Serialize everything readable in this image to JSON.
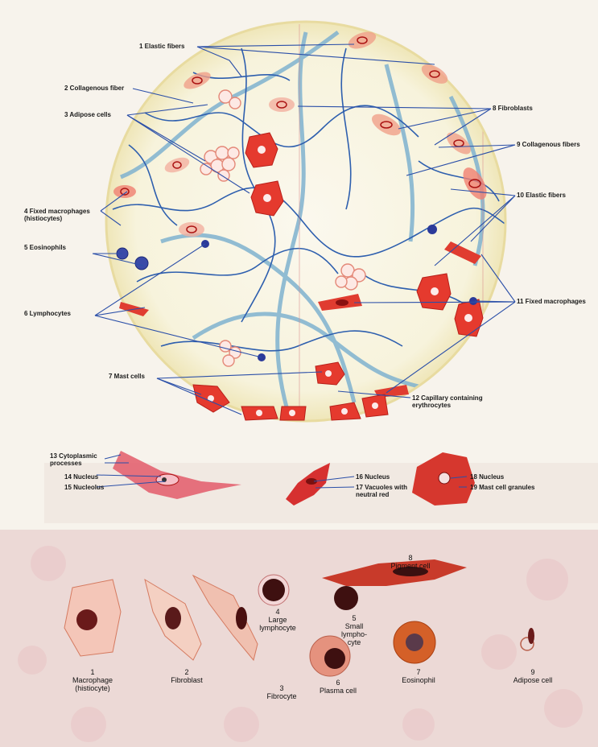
{
  "top_figure": {
    "labels": {
      "l1": "1 Elastic fibers",
      "l2": "2 Collagenous fiber",
      "l3": "3 Adipose cells",
      "l4": "4 Fixed macrophages\n(histiocytes)",
      "l5": "5 Eosinophils",
      "l6": "6 Lymphocytes",
      "l7": "7 Mast cells",
      "l8": "8 Fibroblasts",
      "l9": "9 Collagenous fibers",
      "l10": "10 Elastic fibers",
      "l11": "11 Fixed macrophages",
      "l12": "12 Capillary containing\nerythrocytes"
    }
  },
  "inset_figure": {
    "labels": {
      "l13": "13 Cytoplasmic\nprocesses",
      "l14": "14 Nucleus",
      "l15": "15 Nucleolus",
      "l16": "16 Nucleus",
      "l17": "17 Vacuoles with\nneutral red",
      "l18": "18 Nucleus",
      "l19": "19 Mast cell granules"
    }
  },
  "bottom_figure": {
    "cells": [
      {
        "label": "1\nMacrophage\n(histiocyte)"
      },
      {
        "label": "2\nFibroblast"
      },
      {
        "label": "3\nFibrocyte"
      },
      {
        "label": "4\nLarge\nlymphocyte"
      },
      {
        "label": "5\nSmall\nlympho-\ncyte"
      },
      {
        "label": "6\nPlasma cell"
      },
      {
        "label": "7\nEosinophil"
      },
      {
        "label": "8\nPigment cell"
      },
      {
        "label": "9\nAdipose cell"
      }
    ]
  },
  "colors": {
    "elastic": "#2e5fae",
    "collagen": "#6fa8c8",
    "cell": "#e2493f",
    "nucleus": "#7a1c1c",
    "lymph": "#2b3a9a",
    "leader": "#2b4fa8"
  }
}
